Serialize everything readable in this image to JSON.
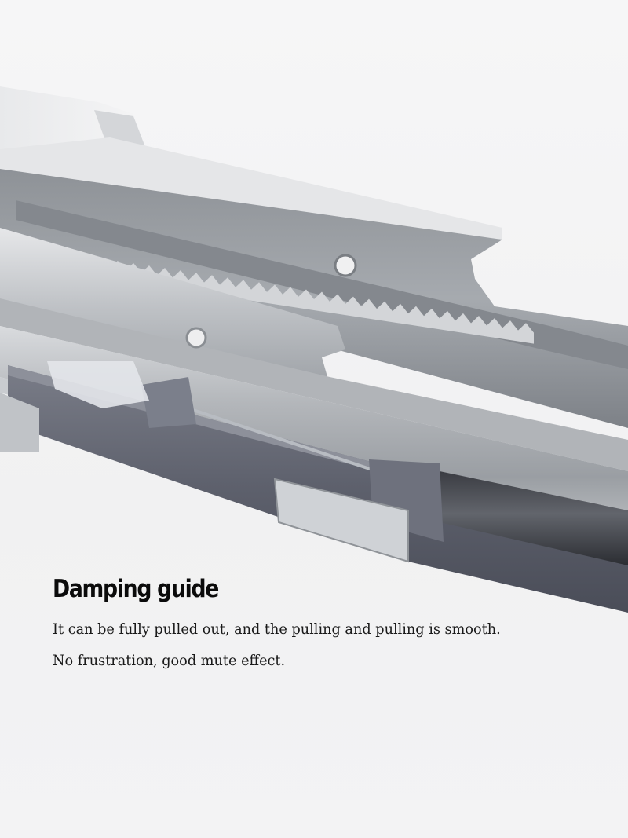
{
  "caption": {
    "headline": "Damping guide",
    "line1": "It can be fully pulled out, and the pulling and pulling is smooth.",
    "line2": "No frustration, good mute effect."
  },
  "colors": {
    "background": "#f4f4f5",
    "rail_steel": "#a9adb2",
    "damper_housing": "#5c5f6b",
    "text": "#0b0b0b"
  }
}
